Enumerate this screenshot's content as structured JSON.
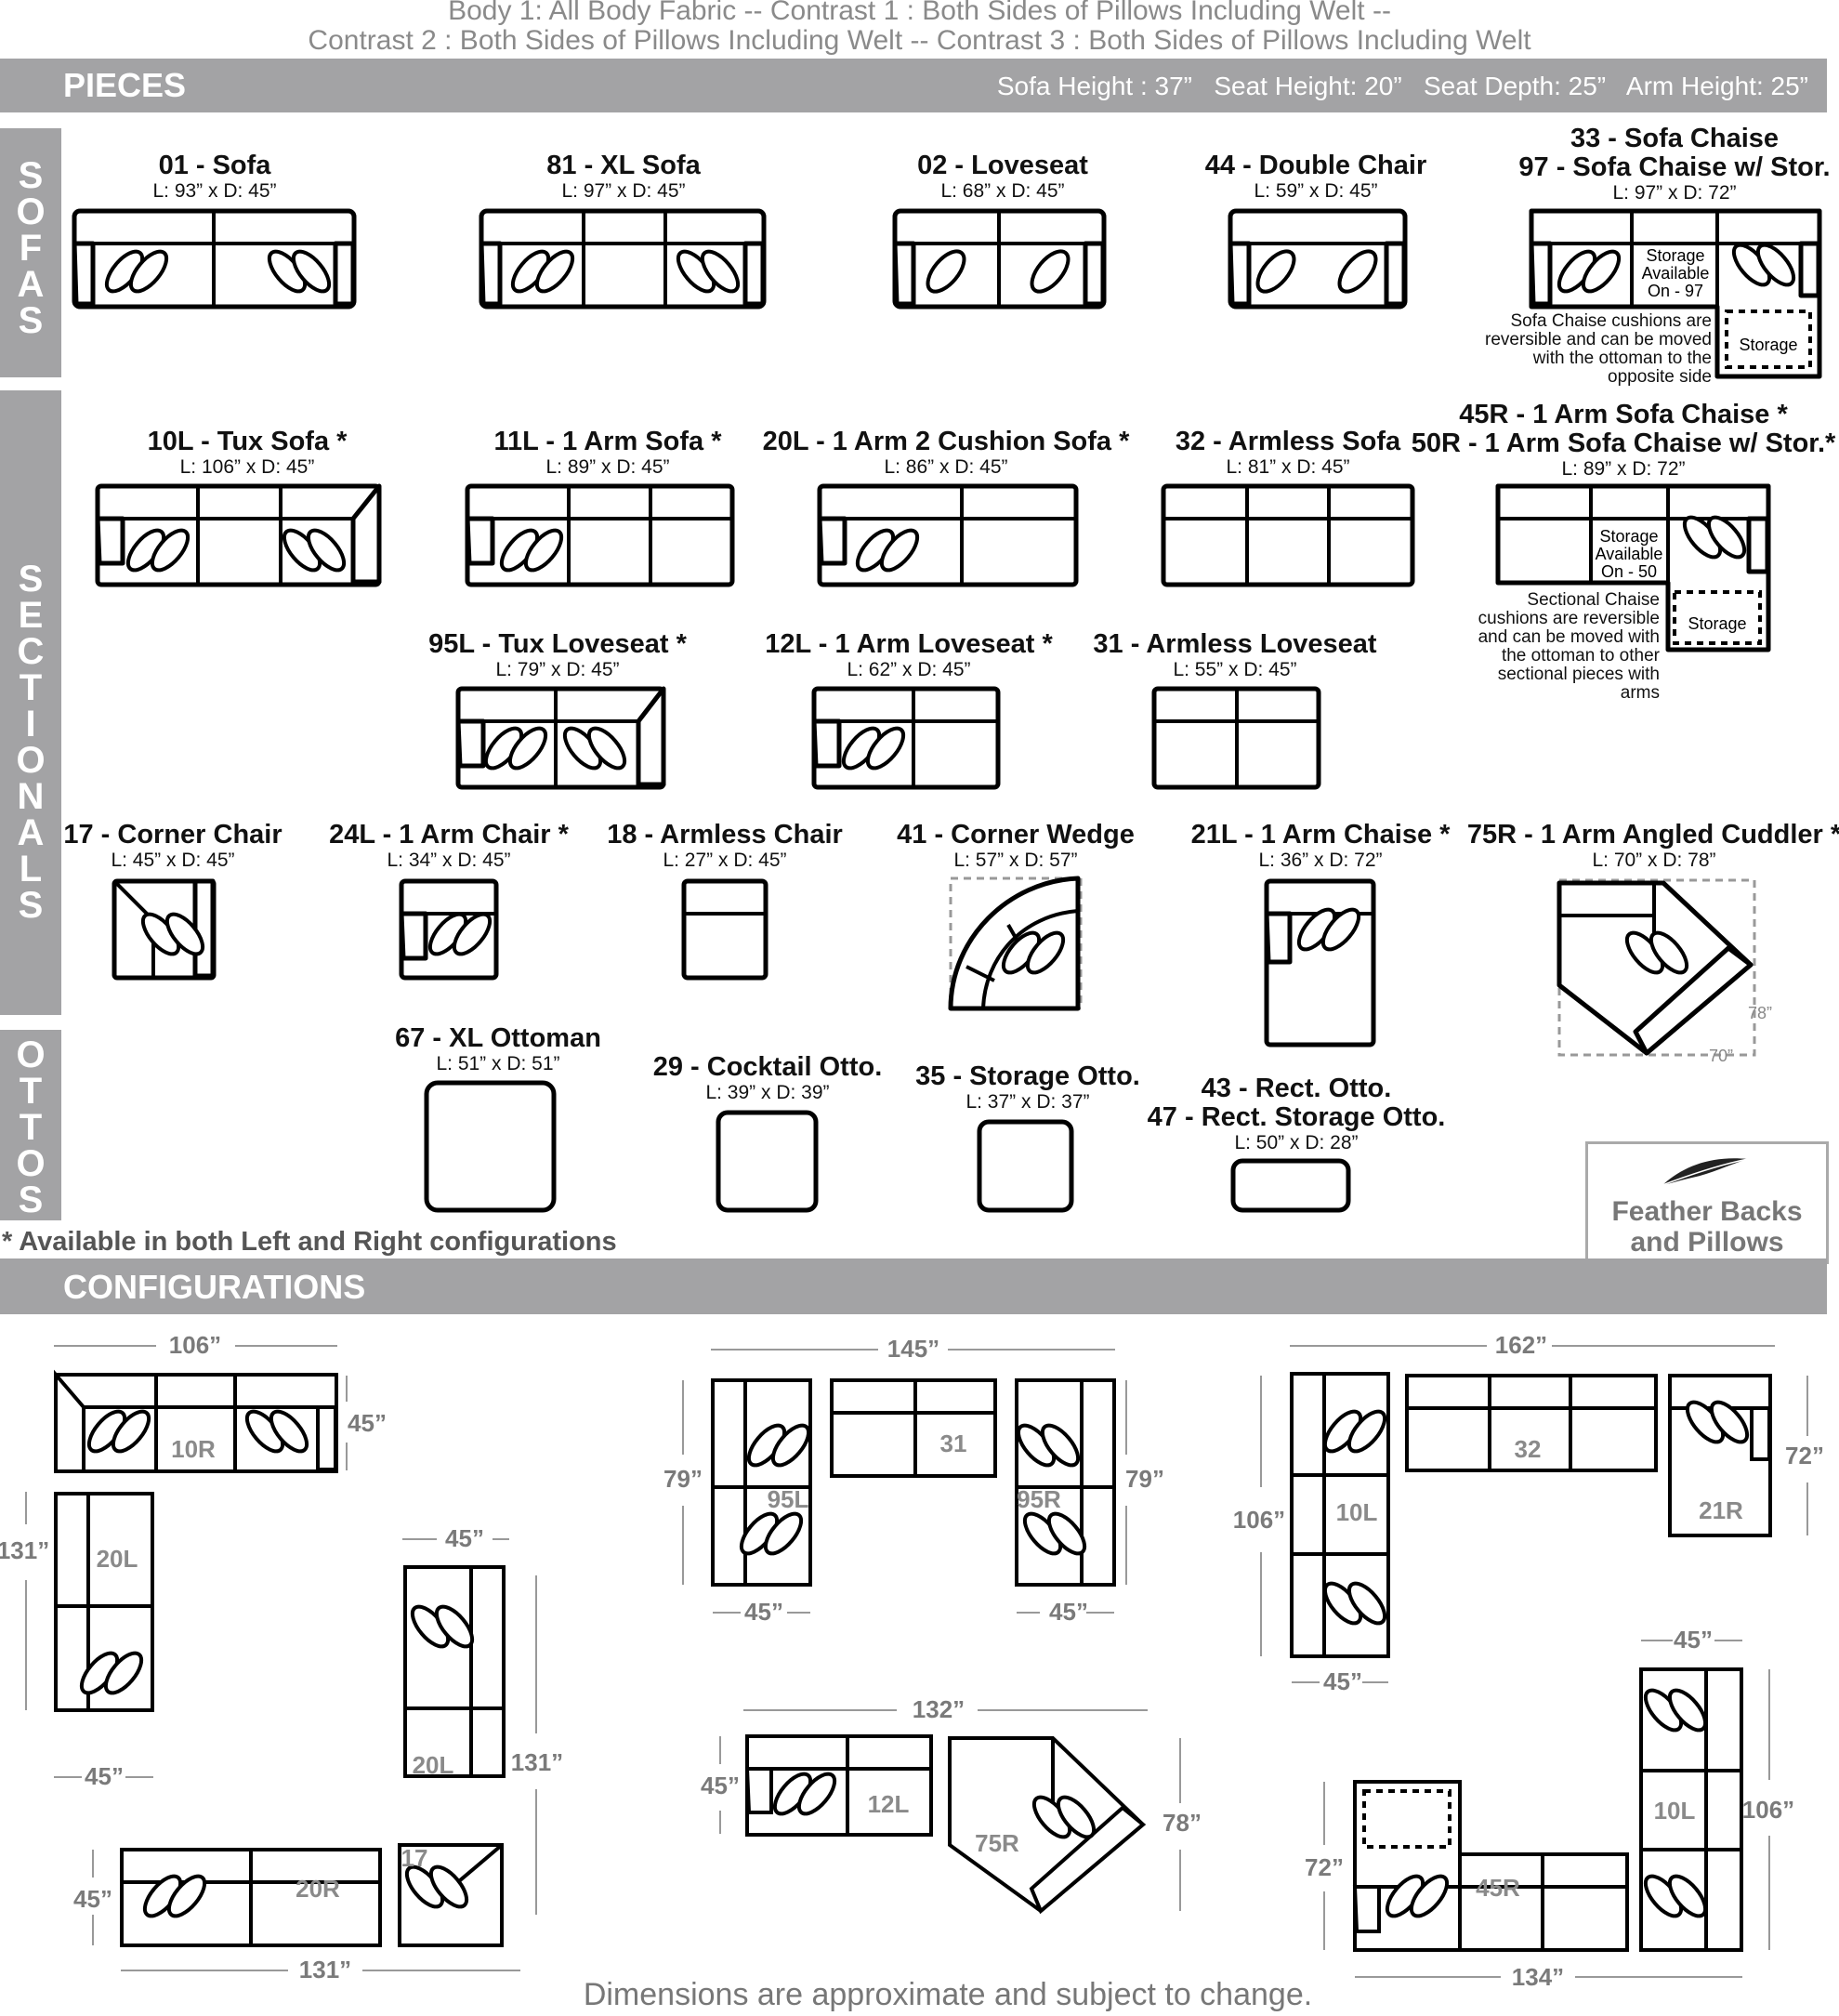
{
  "header_text": {
    "line1": "Body 1: All Body Fabric -- Contrast 1 : Both Sides of Pillows Including Welt --",
    "line2": "Contrast 2 : Both Sides of Pillows Including Welt -- Contrast 3 : Both Sides of Pillows Including Welt"
  },
  "pieces_bar": {
    "title": "PIECES",
    "specs": "Sofa Height : 37”   Seat Height: 20”   Seat Depth: 25”   Arm Height: 25”"
  },
  "section_labels": {
    "sofas": [
      "S",
      "O",
      "F",
      "A",
      "S"
    ],
    "sectionals": [
      "S",
      "E",
      "C",
      "T",
      "I",
      "O",
      "N",
      "A",
      "L",
      "S"
    ],
    "ottos": [
      "O",
      "T",
      "T",
      "O",
      "S"
    ]
  },
  "pieces": {
    "p01": {
      "name": "01 - Sofa",
      "dim": "L: 93” x D: 45”"
    },
    "p81": {
      "name": "81 - XL Sofa",
      "dim": "L: 97” x D: 45”"
    },
    "p02": {
      "name": "02 - Loveseat",
      "dim": "L: 68” x D: 45”"
    },
    "p44": {
      "name": "44 - Double Chair",
      "dim": "L: 59” x D: 45”"
    },
    "p33": {
      "name": "33 - Sofa Chaise",
      "name2": "97 - Sofa Chaise w/ Stor.",
      "dim": "L: 97” x D: 72”"
    },
    "p10L": {
      "name": "10L - Tux Sofa *",
      "dim": "L: 106” x D: 45”"
    },
    "p11L": {
      "name": "11L - 1 Arm Sofa *",
      "dim": "L: 89” x D: 45”"
    },
    "p20L": {
      "name": "20L - 1 Arm 2 Cushion Sofa *",
      "dim": "L: 86” x D: 45”"
    },
    "p32": {
      "name": "32 - Armless Sofa",
      "dim": "L: 81” x D: 45”"
    },
    "p45R": {
      "name": "45R - 1 Arm Sofa Chaise *",
      "name2": "50R - 1 Arm Sofa Chaise w/ Stor.*",
      "dim": "L: 89” x D: 72”"
    },
    "p95L": {
      "name": "95L - Tux Loveseat *",
      "dim": "L: 79” x D: 45”"
    },
    "p12L": {
      "name": "12L - 1 Arm Loveseat *",
      "dim": "L: 62” x D: 45”"
    },
    "p31": {
      "name": "31 - Armless Loveseat",
      "dim": "L: 55” x D: 45”"
    },
    "p17": {
      "name": "17 - Corner Chair",
      "dim": "L: 45” x D: 45”"
    },
    "p24L": {
      "name": "24L - 1 Arm Chair *",
      "dim": "L: 34” x D: 45”"
    },
    "p18": {
      "name": "18 - Armless Chair",
      "dim": "L: 27” x D: 45”"
    },
    "p41": {
      "name": "41 - Corner Wedge",
      "dim": "L: 57” x D: 57”"
    },
    "p21L": {
      "name": "21L - 1 Arm Chaise *",
      "dim": "L: 36” x D: 72”"
    },
    "p75R": {
      "name": "75R - 1 Arm Angled Cuddler *",
      "dim": "L: 70” x D: 78”"
    },
    "p67": {
      "name": "67 - XL Ottoman",
      "dim": "L: 51” x D: 51”"
    },
    "p29": {
      "name": "29 - Cocktail Otto.",
      "dim": "L: 39” x D: 39”"
    },
    "p35": {
      "name": "35 - Storage Otto.",
      "dim": "L: 37” x D: 37”"
    },
    "p43": {
      "name": "43 - Rect. Otto.",
      "name2": "47 - Rect. Storage Otto.",
      "dim": "L: 50” x D: 28”"
    }
  },
  "notes": {
    "storage_97": [
      "Storage",
      "Available",
      "On - 97"
    ],
    "storage_50": [
      "Storage",
      "Available",
      "On - 50"
    ],
    "storage": "Storage",
    "sofa_chaise_note": [
      "Sofa Chaise cushions are",
      "reversible and can be moved",
      "with the ottoman to the",
      "opposite side"
    ],
    "sectional_chaise_note": [
      "Sectional Chaise",
      "cushions are  reversible",
      "and can be moved with",
      "the ottoman to other",
      "sectional pieces with",
      "arms"
    ],
    "cuddler_dims": {
      "depth": "78”",
      "length": "70”"
    },
    "available_both": "* Available in both Left and Right configurations",
    "feather": [
      "Feather Backs",
      "and Pillows"
    ],
    "disclaimer": "Dimensions are approximate and subject to change."
  },
  "configurations_bar": {
    "title": "CONFIGURATIONS"
  },
  "configurations": {
    "c1": {
      "top": "106”",
      "right": "45”",
      "left": "131”",
      "left_bottom": "45”",
      "right_top": "45”",
      "right_side": "131”",
      "bottom_left": "45”",
      "bottom": "131”",
      "codes": [
        "10R",
        "20L",
        "20L",
        "17",
        "20R"
      ]
    },
    "c2": {
      "top": "145”",
      "left": "79”",
      "right": "79”",
      "bl": "45”",
      "br": "45”",
      "codes": [
        "95L",
        "31",
        "95R"
      ]
    },
    "c3": {
      "top": "162”",
      "left": "106”",
      "right": "72”",
      "bottom": "45”",
      "codes": [
        "10L",
        "32",
        "21R"
      ]
    },
    "c4": {
      "top": "132”",
      "left": "45”",
      "right": "78”",
      "codes": [
        "12L",
        "75R"
      ]
    },
    "c5": {
      "top": "45”",
      "left": "72”",
      "right": "106”",
      "bottom": "134”",
      "codes": [
        "45R",
        "10L"
      ]
    }
  }
}
